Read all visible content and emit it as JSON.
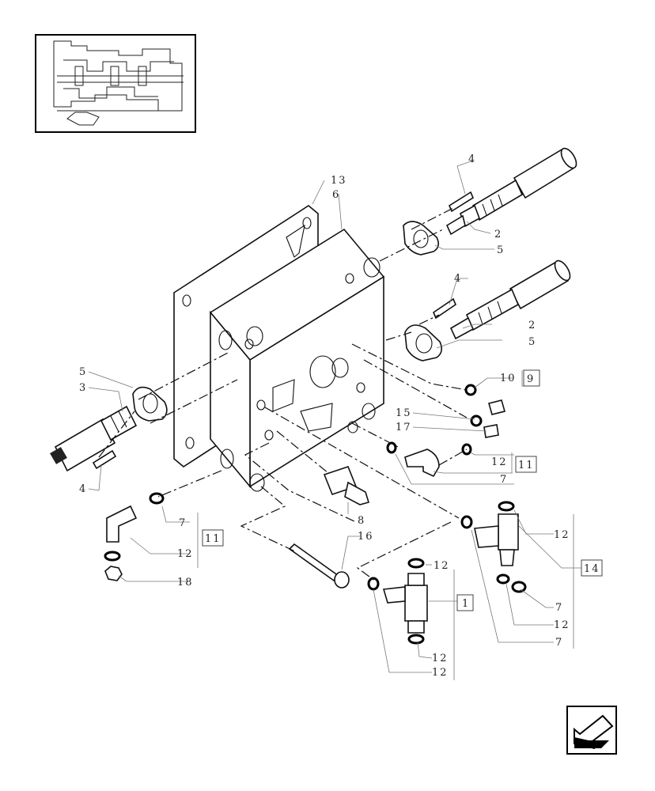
{
  "callouts": {
    "c13": "13",
    "c6": "6",
    "c4a": "4",
    "c2a": "2",
    "c5a": "5",
    "c4b": "4",
    "c2b": "2",
    "c5b": "5",
    "c5c": "5",
    "c3": "3",
    "c4c": "4",
    "c10": "10",
    "c9": "9",
    "c15": "15",
    "c17": "17",
    "c12a": "12",
    "c11a": "11",
    "c7a": "7",
    "c7b": "7",
    "c11b": "11",
    "c12b": "12",
    "c18": "18",
    "c8": "8",
    "c16": "16",
    "c12c": "12",
    "c14": "14",
    "c12d": "12",
    "c1": "1",
    "c7c": "7",
    "c12e": "12",
    "c7d": "7",
    "c12f": "12",
    "c12g": "12"
  },
  "icons": {
    "thumbnail": "transmission-overview-thumbnail",
    "nav": "previous-page-arrow-icon"
  }
}
